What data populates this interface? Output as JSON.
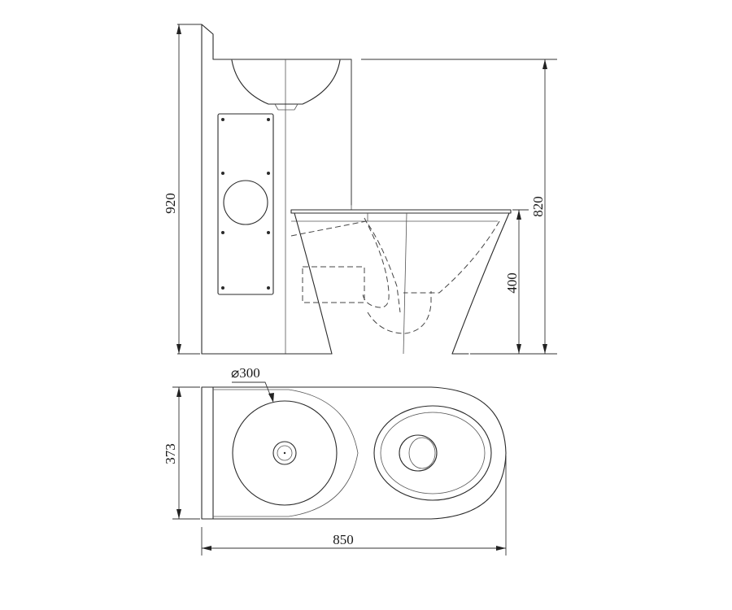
{
  "dimensions": {
    "overall_height": "920",
    "tank_height": "820",
    "bowl_height": "400",
    "basin_diameter": "⌀300",
    "depth": "373",
    "length": "850"
  },
  "colors": {
    "line": "#2a2a2a",
    "background": "#ffffff"
  }
}
